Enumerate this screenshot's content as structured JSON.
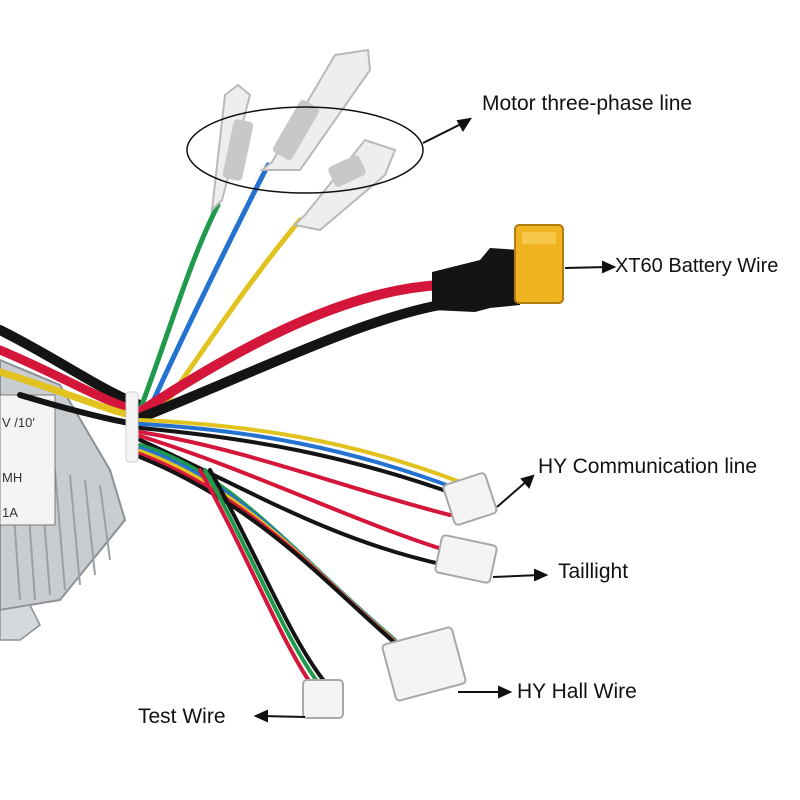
{
  "labels": {
    "motor": "Motor three-phase line",
    "xt60": "XT60 Battery Wire",
    "comm": "HY Communication line",
    "taillight": "Taillight",
    "hall": "HY Hall Wire",
    "test": "Test Wire"
  },
  "controller_label": {
    "line1": "V /10'",
    "line2": "MH",
    "line3": "1A"
  },
  "colors": {
    "red": "#d3163a",
    "black": "#141414",
    "green": "#1f9a4c",
    "blue": "#2473d1",
    "yellow": "#e2c21e",
    "connector": "#f0b422",
    "housing": "#c9ccd0"
  }
}
